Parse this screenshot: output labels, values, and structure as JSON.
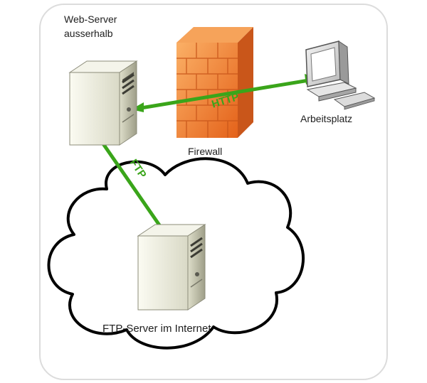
{
  "labels": {
    "web_server_line1": "Web-Server",
    "web_server_line2": "ausserhalb",
    "firewall": "Firewall",
    "workstation": "Arbeitsplatz",
    "ftp_server": "FTP-Server im Internet"
  },
  "connections": {
    "http": "HTTP",
    "ftp": "FTP"
  },
  "icons": {
    "web_server": "server-tower-icon",
    "ftp_server": "server-tower-icon",
    "firewall": "brick-wall-icon",
    "workstation": "desktop-computer-icon",
    "internet": "cloud-icon"
  },
  "colors": {
    "arrow": "#3aa51a",
    "firewall": "#f07a22",
    "frame_border": "#dcdcdc"
  }
}
